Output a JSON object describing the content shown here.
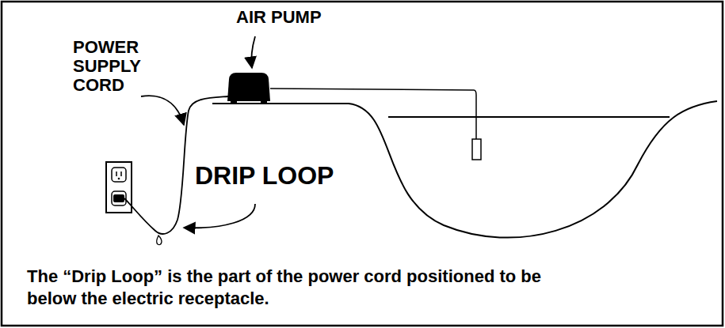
{
  "diagram": {
    "caption": "The “Drip Loop” is the part of the power cord positioned to be below the electric receptacle.",
    "labels": [
      "AIR PUMP",
      "POWER SUPPLY CORD",
      "DRIP LOOP"
    ]
  }
}
